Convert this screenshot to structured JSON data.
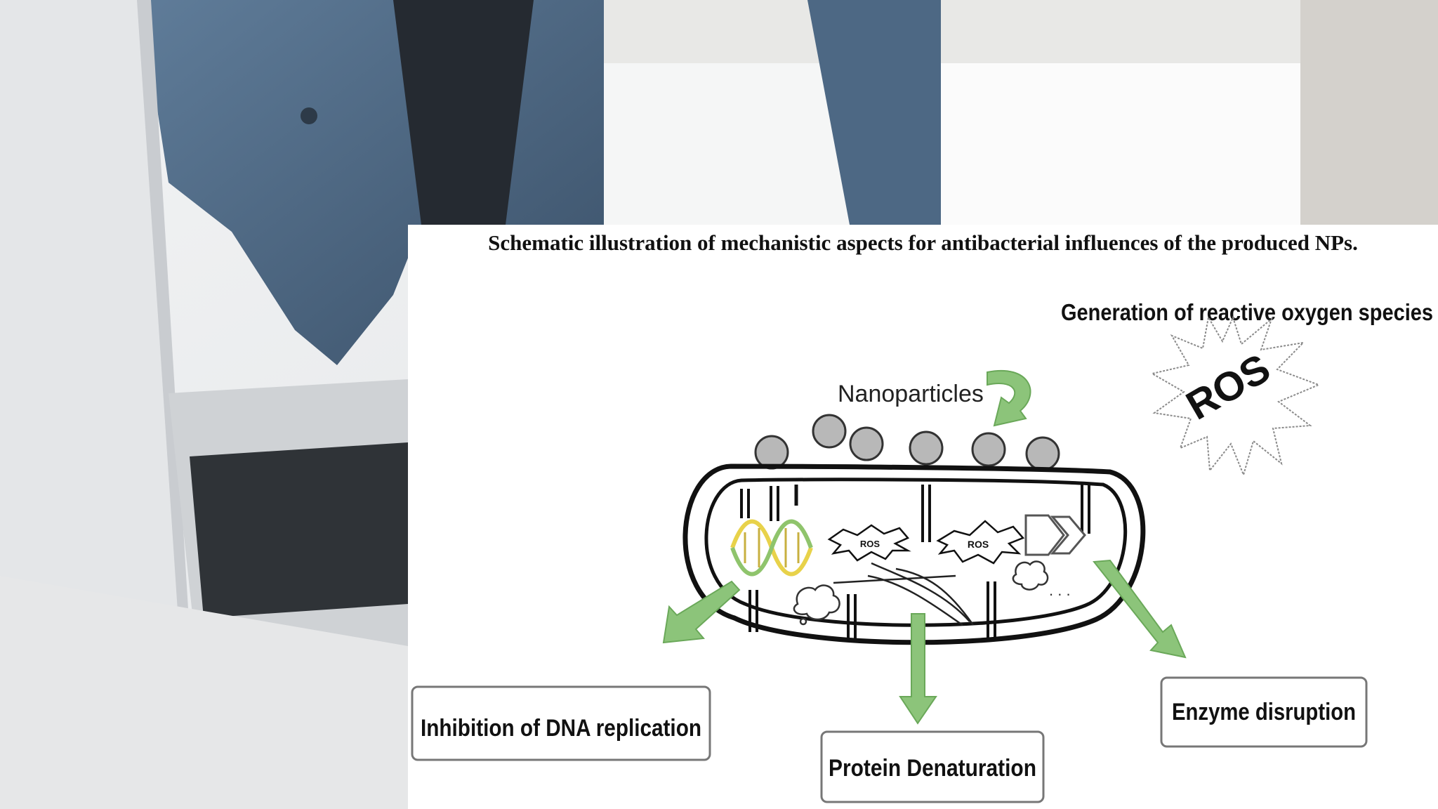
{
  "caption": "Schematic illustration of mechanistic aspects for antibacterial influences of the produced NPs.",
  "labels": {
    "ros_generation": "Generation of reactive oxygen species",
    "ros_star": "ROS",
    "nanoparticles": "Nanoparticles",
    "inner_ros_1": "ROS",
    "inner_ros_2": "ROS",
    "ellipsis": ". . .",
    "dna": "Inhibition of DNA replication",
    "protein": "Protein Denaturation",
    "enzyme": "Enzyme disruption"
  },
  "colors": {
    "arrow_green": "#8cc47a",
    "particle_gray": "#b8b8b8",
    "outline": "#111111",
    "dna_yellow": "#e8d24a",
    "dna_green": "#8fc46c"
  }
}
